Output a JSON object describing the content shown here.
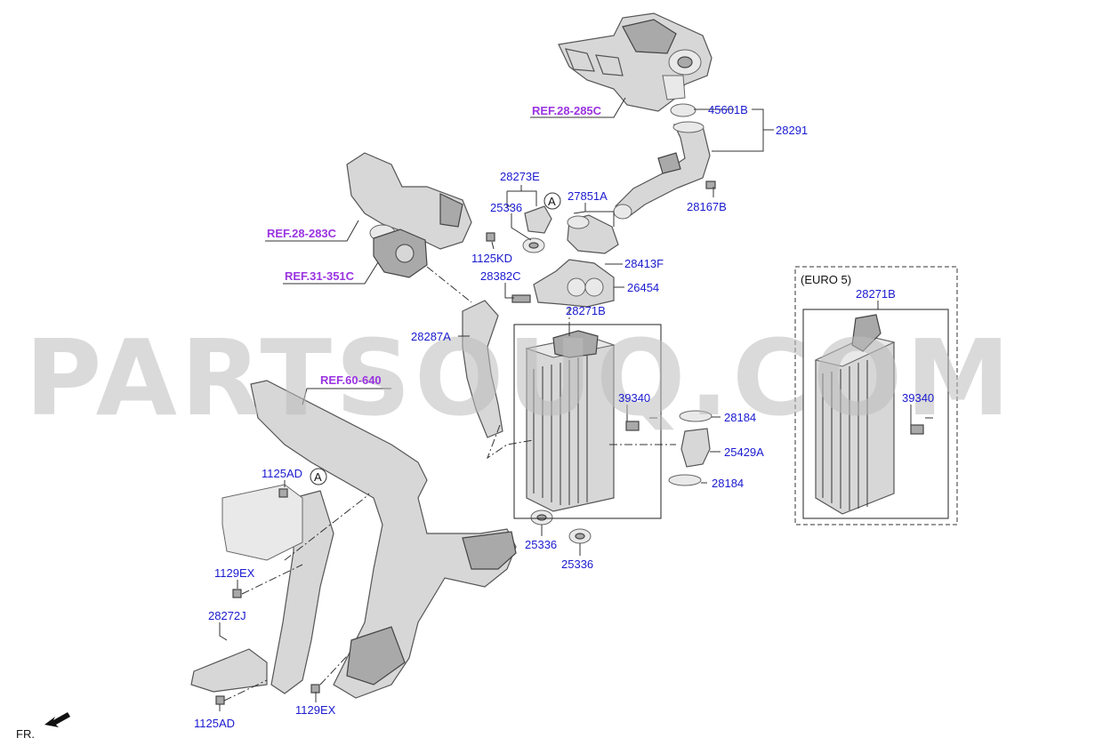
{
  "watermark": "PARTSOUQ.COM",
  "orientation": "FR.",
  "variant_label": "(EURO 5)",
  "markers": {
    "a1": "A",
    "a2": "A"
  },
  "refs": {
    "r28_285c": "REF.28-285C",
    "r28_283c": "REF.28-283C",
    "r31_351c": "REF.31-351C",
    "r60_640": "REF.60-640"
  },
  "parts": {
    "p45601b": "45601B",
    "p28291": "28291",
    "p28167b": "28167B",
    "p28273e": "28273E",
    "p25336_top": "25336",
    "p27851a": "27851A",
    "p1125kd": "1125KD",
    "p28413f": "28413F",
    "p28382c": "28382C",
    "p26454": "26454",
    "p28271b_main": "28271B",
    "p28287a": "28287A",
    "p39340_main": "39340",
    "p28184_top": "28184",
    "p25429a": "25429A",
    "p28184_bot": "28184",
    "p25336_l": "25336",
    "p25336_r": "25336",
    "p1125ad_top": "1125AD",
    "p1129ex_left": "1129EX",
    "p28272j": "28272J",
    "p1125ad_bot": "1125AD",
    "p1129ex_bot": "1129EX",
    "p28271b_euro": "28271B",
    "p39340_euro": "39340"
  },
  "colors": {
    "part_label": "#1a1ad0",
    "ref_label": "#9a34e0",
    "watermark": "#bdbdbd"
  }
}
